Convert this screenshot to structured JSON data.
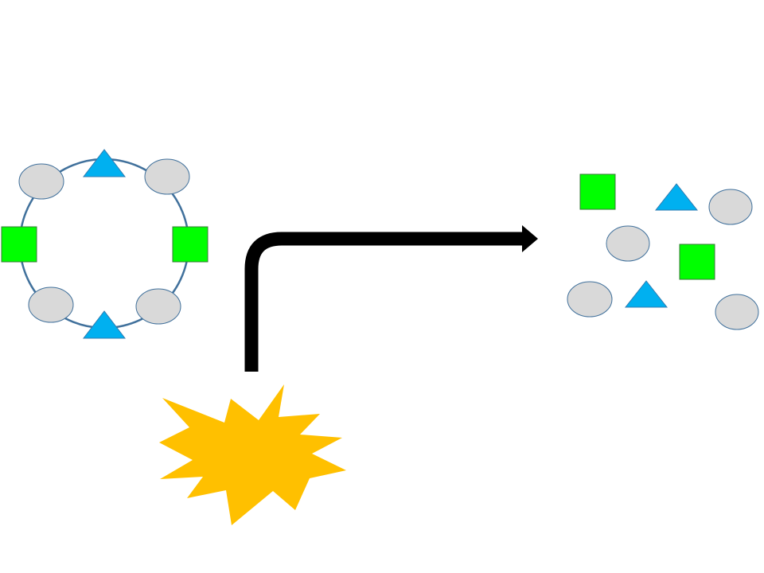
{
  "colors": {
    "background": "#ffffff",
    "ring": "#41719c",
    "circle_fill": "#d9d9d9",
    "circle_stroke": "#41719c",
    "square_fill": "#00ff00",
    "square_stroke": "#3a7a3a",
    "triangle_fill": "#00b0f0",
    "triangle_stroke": "#2f7bb0",
    "arrow": "#000000",
    "burst_fill": "#ffc000"
  },
  "icons": {
    "ring_assembly": [
      "circle",
      "triangle",
      "circle",
      "square",
      "square",
      "circle",
      "triangle",
      "circle"
    ],
    "scattered_components": [
      "square",
      "triangle",
      "circle",
      "circle",
      "square",
      "circle",
      "triangle",
      "circle"
    ],
    "transition_arrow": "bent-arrow-right-icon",
    "disruption": "explosion-burst-icon"
  }
}
